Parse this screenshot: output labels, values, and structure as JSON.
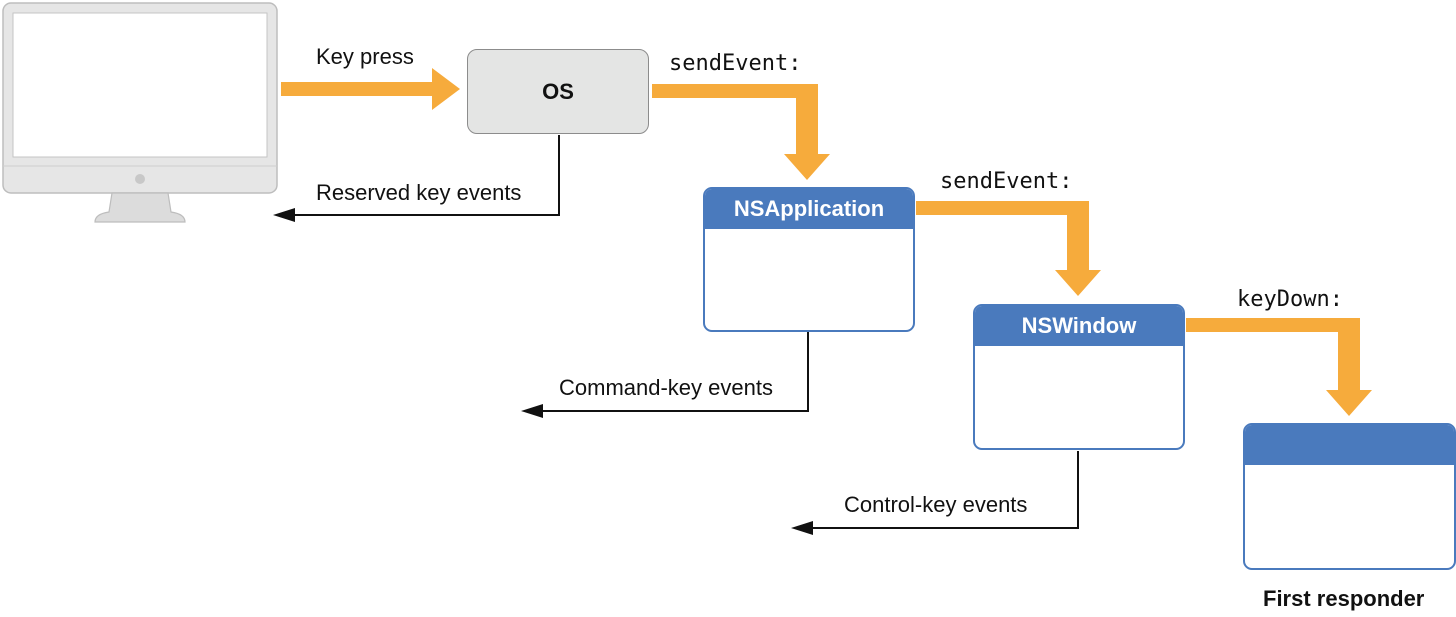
{
  "nodes": {
    "os": "OS",
    "nsapplication": "NSApplication",
    "nswindow": "NSWindow",
    "first_responder_title": "",
    "first_responder_caption": "First responder"
  },
  "messages": {
    "key_press": "Key press",
    "send_event_1": "sendEvent:",
    "send_event_2": "sendEvent:",
    "key_down": "keyDown:"
  },
  "events": {
    "reserved": "Reserved key events",
    "command": "Command-key events",
    "control": "Control-key events"
  },
  "colors": {
    "flow_arrow": "#f6ab3c",
    "window_accent": "#4a7abd",
    "event_arrow": "#111111",
    "os_box_fill": "#e4e5e4"
  },
  "icons": {
    "computer": "imac-computer-icon"
  }
}
